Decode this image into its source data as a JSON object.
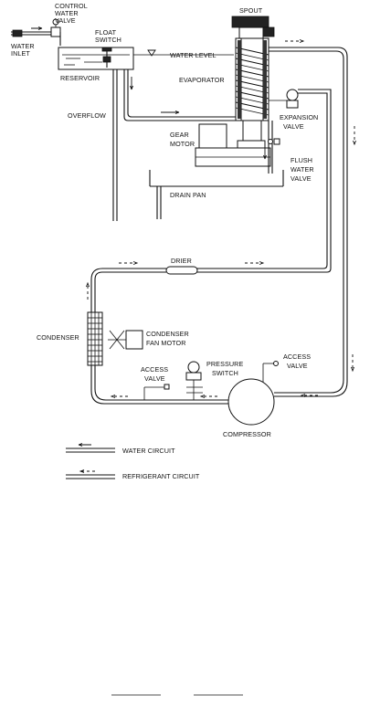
{
  "labels": {
    "control_water_valve": [
      "CONTROL",
      "WATER",
      "VALVE"
    ],
    "water_inlet": [
      "WATER",
      "INLET"
    ],
    "float_switch": [
      "FLOAT",
      "SWITCH"
    ],
    "spout": "SPOUT",
    "water_level": "WATER LEVEL",
    "reservoir": "RESERVOIR",
    "evaporator": "EVAPORATOR",
    "overflow": "OVERFLOW",
    "expansion_valve": [
      "EXPANSION",
      "VALVE"
    ],
    "gear_motor": [
      "GEAR",
      "MOTOR"
    ],
    "flush_water_valve": [
      "FLUSH",
      "WATER",
      "VALVE"
    ],
    "drain_pan": "DRAIN PAN",
    "drier": "DRIER",
    "condenser": "CONDENSER",
    "condenser_fan_motor": [
      "CONDENSER",
      "FAN MOTOR"
    ],
    "access_valve_left": [
      "ACCESS",
      "VALVE"
    ],
    "pressure_switch": [
      "PRESSURE",
      "SWITCH"
    ],
    "access_valve_right": [
      "ACCESS",
      "VALVE"
    ],
    "compressor": "COMPRESSOR"
  },
  "legend": {
    "water_circuit": "WATER CIRCUIT",
    "refrigerant_circuit": "REFRIGERANT CIRCUIT"
  }
}
